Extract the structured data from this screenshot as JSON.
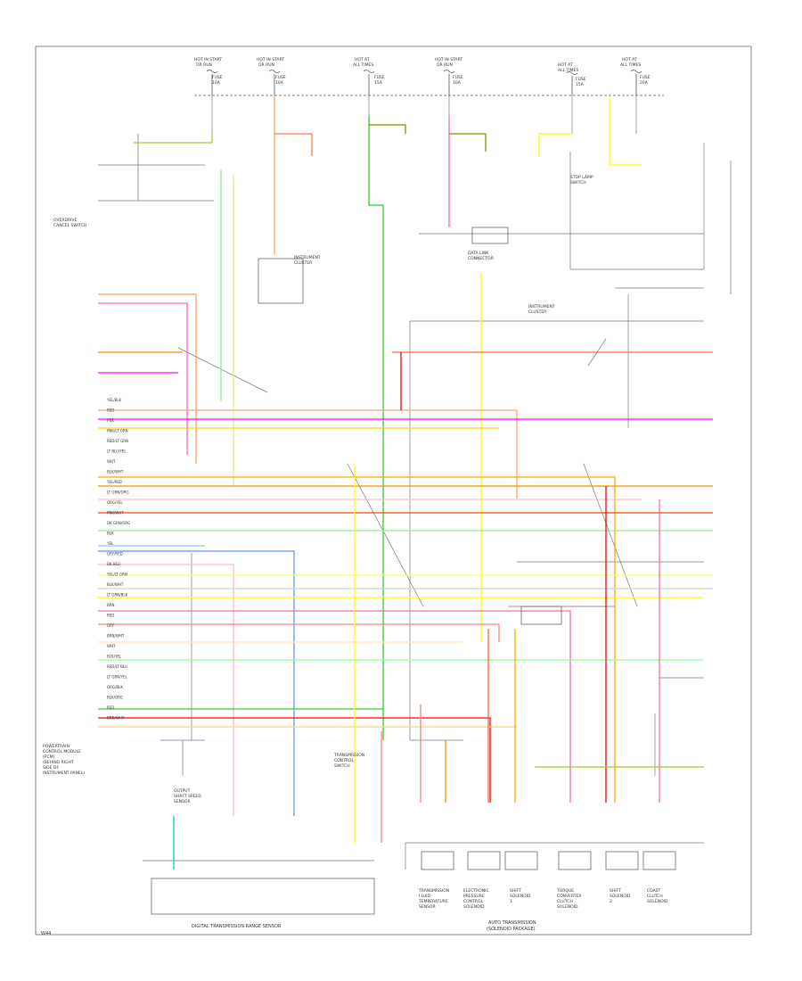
{
  "fuses": [
    {
      "id": "f1",
      "line1": "HOT IN START",
      "line2": "OR RUN",
      "fuse": "FUSE",
      "rating": "10A"
    },
    {
      "id": "f2",
      "line1": "HOT IN START",
      "line2": "OR RUN",
      "fuse": "FUSE",
      "rating": "10A"
    },
    {
      "id": "f3",
      "line1": "HOT AT",
      "line2": "ALL TIMES",
      "fuse": "FUSE",
      "rating": "15A"
    },
    {
      "id": "f4",
      "line1": "HOT IN START",
      "line2": "OR RUN",
      "fuse": "FUSE",
      "rating": "10A"
    },
    {
      "id": "f5",
      "line1": "HOT AT",
      "line2": "ALL TIMES",
      "fuse": "FUSE",
      "rating": "15A"
    },
    {
      "id": "f6",
      "line1": "HOT AT",
      "line2": "ALL TIMES",
      "fuse": "FUSE",
      "rating": "20A"
    }
  ],
  "components": {
    "overdrive_switch": [
      "OVERDRIVE",
      "CANCEL SWITCH"
    ],
    "pcm": [
      "POWERTRAIN",
      "CONTROL MODULE",
      "(PCM)",
      "(BEHIND RIGHT",
      "SIDE OF",
      "INSTRUMENT PANEL)"
    ],
    "speed_sensor": [
      "OUTPUT",
      "SHAFT SPEED",
      "SENSOR"
    ],
    "transmission_range": "DIGITAL TRANSMISSION RANGE SENSOR",
    "auto_trans": [
      "AUTO TRANSMISSION",
      "(SOLENOID PACKAGE)"
    ],
    "instrument_cluster": [
      "INSTRUMENT",
      "CLUSTER"
    ],
    "tcs": [
      "TRANSMISSION",
      "CONTROL",
      "SWITCH"
    ],
    "data_link": [
      "DATA LINK",
      "CONNECTOR"
    ],
    "stop_lamp": [
      "STOP LAMP",
      "SWITCH"
    ]
  },
  "solenoids": [
    [
      "TRANSMISSION",
      "FLUID",
      "TEMPERATURE",
      "SENSOR"
    ],
    [
      "ELECTRONIC",
      "PRESSURE",
      "CONTROL",
      "SOLENOID"
    ],
    [
      "SHIFT",
      "SOLENOID",
      "1"
    ],
    [
      "TORQUE",
      "CONVERTER",
      "CLUTCH",
      "SOLENOID"
    ],
    [
      "SHIFT",
      "SOLENOID",
      "2"
    ],
    [
      "COAST",
      "CLUTCH",
      "SOLENOID"
    ]
  ],
  "pcm_pins": [
    "YEL/BLK",
    "RED",
    "PNK",
    "PNK/LT GRN",
    "RED/LT GRN",
    "LT BLU/YEL",
    "WHT",
    "BLK/WHT",
    "YEL/RED",
    "LT GRN/ORG",
    "ORG/YEL",
    "PNK/WHT",
    "DK GRN/ORG",
    "BLK",
    "YEL",
    "GRY/RED",
    "DK BLU",
    "YEL/LT GRN",
    "BLK/WHT",
    "LT GRN/BLK",
    "BRN",
    "RED",
    "GRY",
    "BRN/WHT",
    "WHT",
    "BLK/YEL",
    "RED/LT BLU",
    "LT GRN/YEL",
    "ORG/BLK",
    "BLK/ORG",
    "RED",
    "BRN/WHT"
  ],
  "footer": "W44"
}
